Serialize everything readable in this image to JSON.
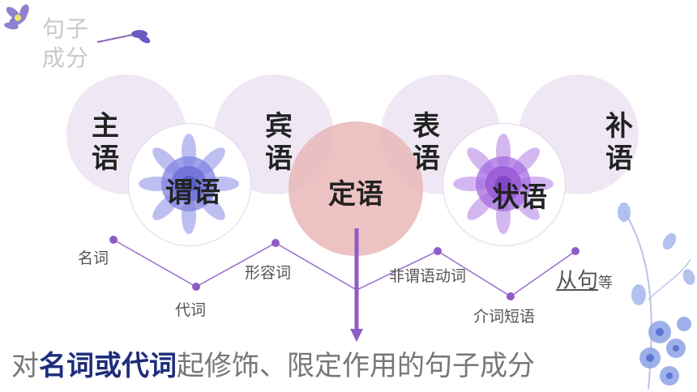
{
  "corner_title": "句子成分",
  "circles": {
    "subject": "主语",
    "object": "宾语",
    "predicative": "表语",
    "complement": "补语",
    "predicate": "谓语",
    "attribute": "定语",
    "adverbial": "状语"
  },
  "points": {
    "noun": "名词",
    "pronoun": "代词",
    "adjective": "形容词",
    "nonfinite": "非谓语动词",
    "prep_phrase": "介词短语",
    "clause": "从句",
    "etc": "等"
  },
  "definition": {
    "part1": "对",
    "highlight": "名词或代词",
    "part2": "起修饰、限定作用的句子成分"
  },
  "colors": {
    "circle_light": "#efe8f4",
    "attribute_circle": "#e9b7b7",
    "line": "#8e5cc6",
    "highlight_text": "#1d2d7a"
  }
}
